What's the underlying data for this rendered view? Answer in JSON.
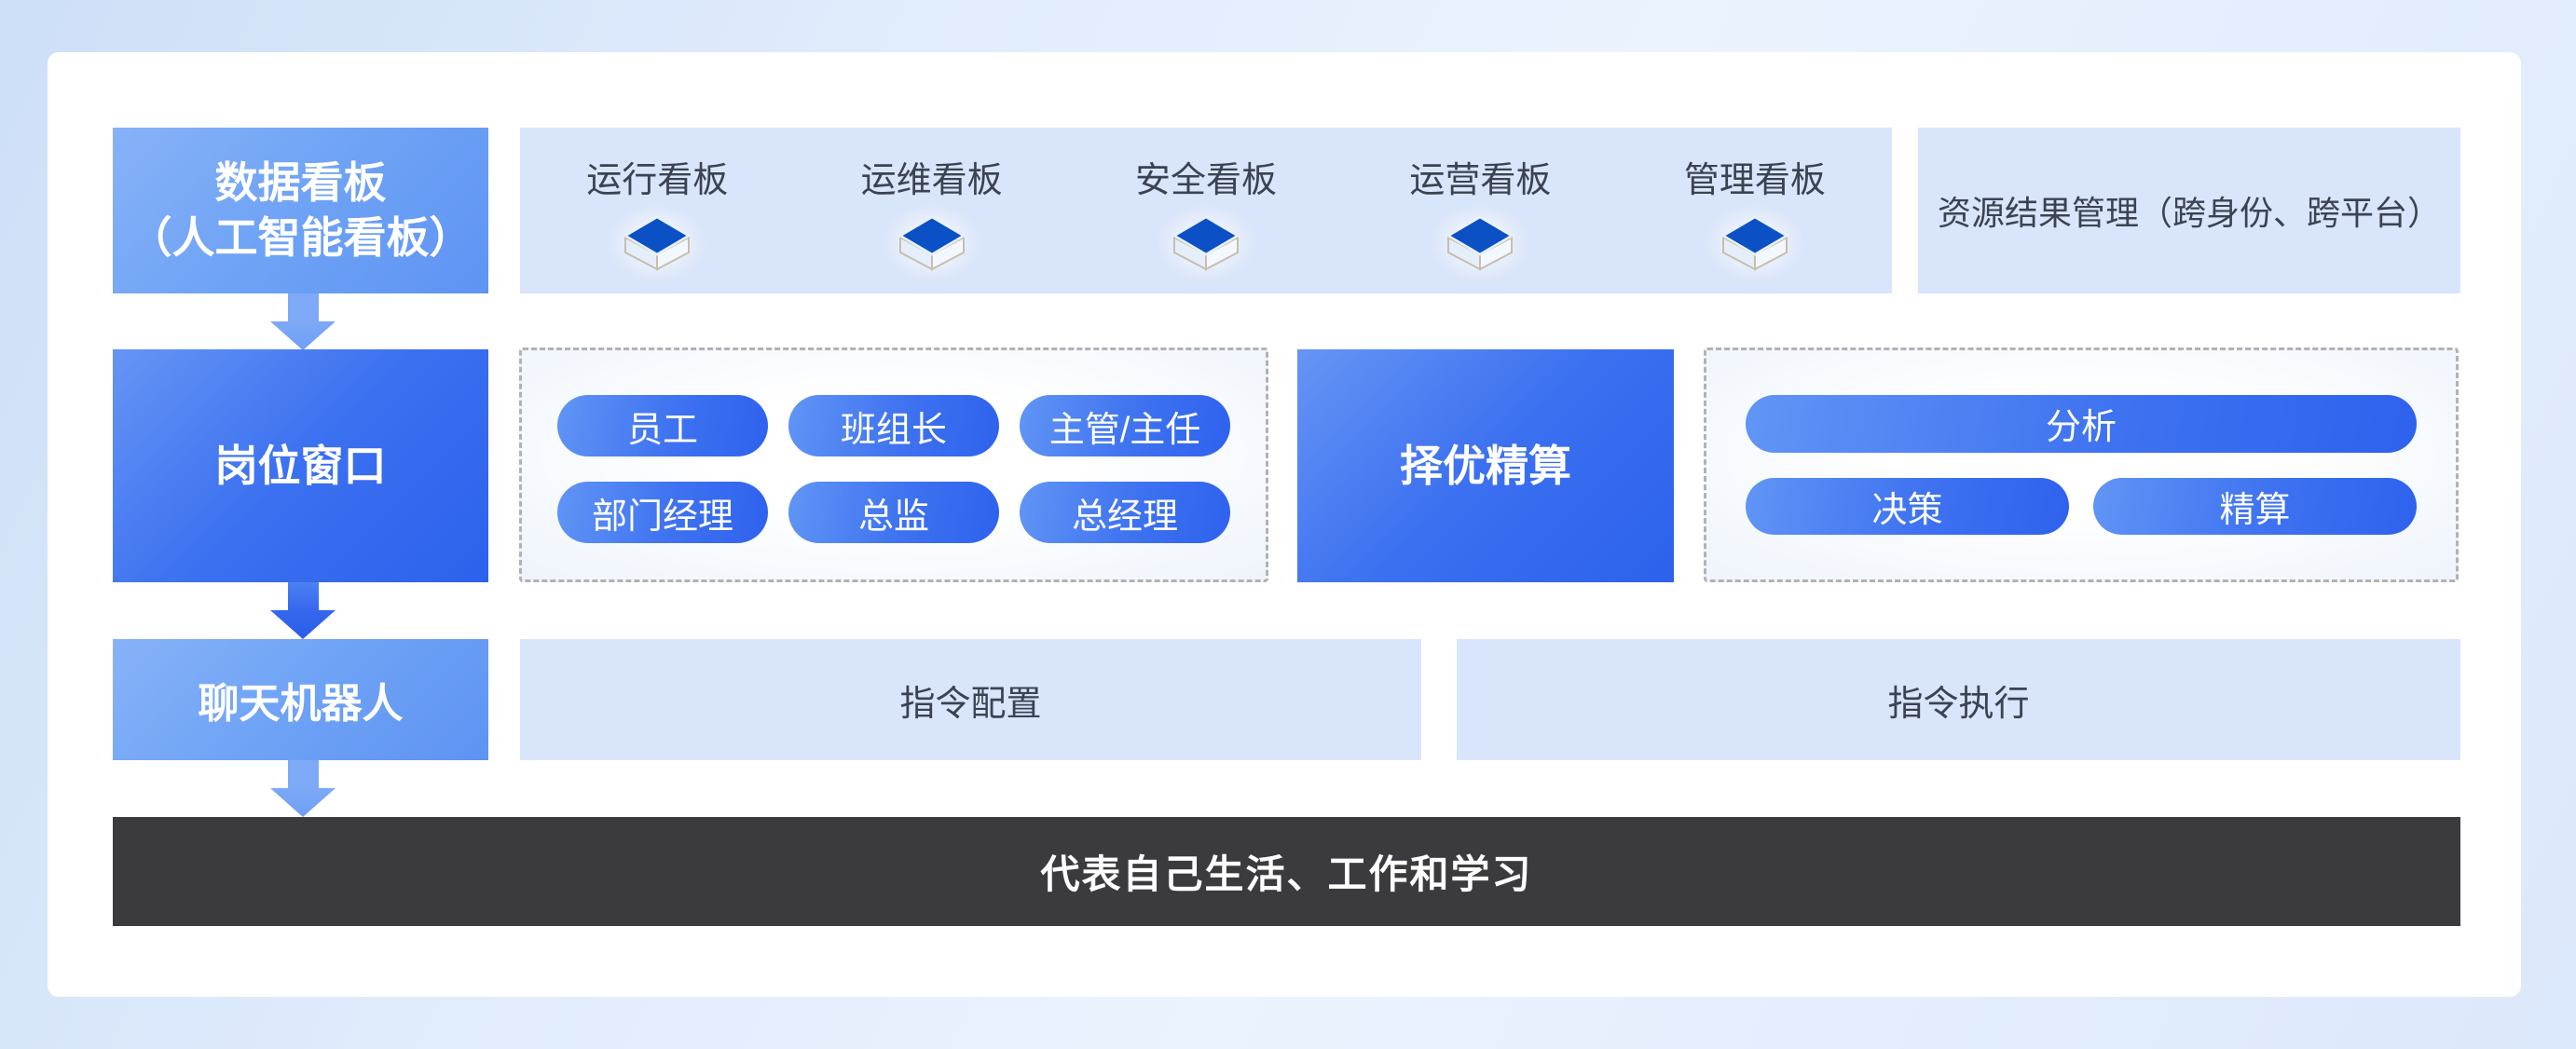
{
  "colors": {
    "page_bg": "#e0ebfc",
    "card_bg": "#ffffff",
    "light_box_blue": "#6ca1f5",
    "strong_box_blue": "#2f64ee",
    "panel_blue": "#d9e5fa",
    "pill_gradient_start": "#6195f5",
    "pill_gradient_end": "#2e62ee",
    "dark_bar": "#3b3b3d",
    "label_text": "#3b4353",
    "cube_top": "#0b51c5"
  },
  "row1": {
    "ai_dashboard": {
      "line1": "数据看板",
      "line2": "（人工智能看板）"
    },
    "dashboards": [
      {
        "label": "运行看板",
        "icon": "cube-3d-icon"
      },
      {
        "label": "运维看板",
        "icon": "cube-3d-icon"
      },
      {
        "label": "安全看板",
        "icon": "cube-3d-icon"
      },
      {
        "label": "运营看板",
        "icon": "cube-3d-icon"
      },
      {
        "label": "管理看板",
        "icon": "cube-3d-icon"
      }
    ],
    "resource_mgmt": {
      "label": "资源结果管理（跨身份、跨平台）"
    }
  },
  "row2": {
    "post_window": {
      "label": "岗位窗口"
    },
    "roles": [
      {
        "label": "员工"
      },
      {
        "label": "班组长"
      },
      {
        "label": "主管/主任"
      },
      {
        "label": "部门经理"
      },
      {
        "label": "总监"
      },
      {
        "label": "总经理"
      }
    ],
    "optimization": {
      "label": "择优精算"
    },
    "steps": {
      "analysis": "分析",
      "decision": "决策",
      "actuary": "精算"
    }
  },
  "row3": {
    "chatbot": {
      "label": "聊天机器人"
    },
    "config": {
      "label": "指令配置"
    },
    "execute": {
      "label": "指令执行"
    }
  },
  "footer": {
    "label": "代表自己生活、工作和学习"
  }
}
